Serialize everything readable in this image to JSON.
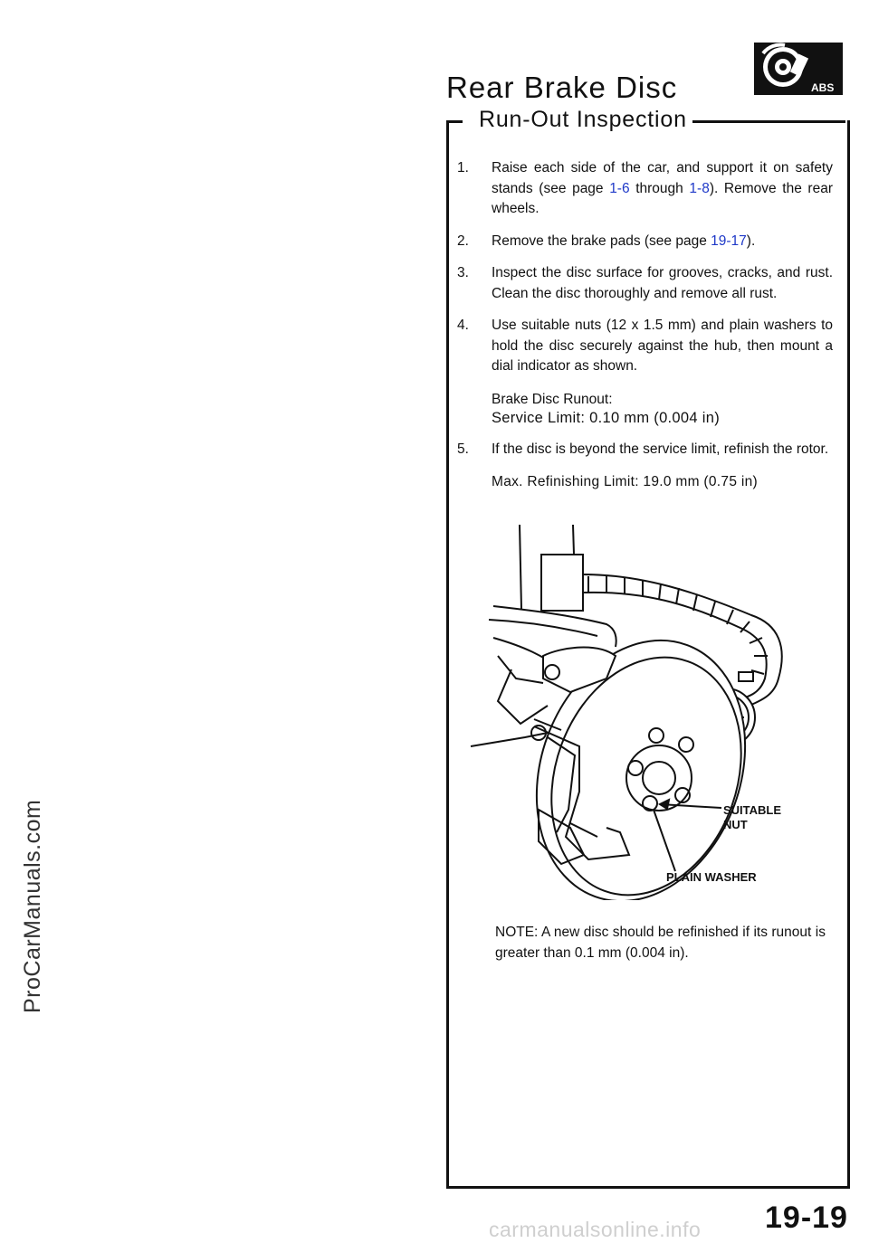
{
  "watermark": "ProCarManuals.com",
  "abs_icon_label": "ABS",
  "title": "Rear Brake Disc",
  "section_title": "Run-Out Inspection",
  "steps": [
    {
      "num": "1.",
      "parts": [
        "Raise each side of the car, and support it on safety stands (see page ",
        "1-6",
        " through ",
        "1-8",
        "). Remove the rear wheels."
      ]
    },
    {
      "num": "2.",
      "parts": [
        "Remove the brake pads (see page ",
        "19-17",
        ")."
      ]
    },
    {
      "num": "3.",
      "text": "Inspect the disc surface for grooves, cracks, and rust. Clean the disc thoroughly and remove all rust."
    },
    {
      "num": "4.",
      "text": "Use suitable nuts (12 x 1.5 mm) and plain washers to hold the disc securely against the hub, then mount a dial indicator as shown."
    },
    {
      "num": "5.",
      "text": "If the disc is beyond the service limit, refinish the rotor."
    }
  ],
  "spec": {
    "label": "Brake Disc Runout:",
    "value": "Service Limit: 0.10 mm (0.004 in)"
  },
  "max_limit": "Max. Refinishing Limit: 19.0 mm (0.75 in)",
  "figure_labels": {
    "nut_line1": "SUITABLE",
    "nut_line2": "NUT",
    "washer": "PLAIN WASHER"
  },
  "note": "NOTE: A new disc should be refinished if its runout is greater than 0.1 mm (0.004 in).",
  "page_number": "19-19",
  "footer_watermark": "carmanualsonline.info",
  "colors": {
    "link": "#1f39c8",
    "ink": "#111111"
  }
}
